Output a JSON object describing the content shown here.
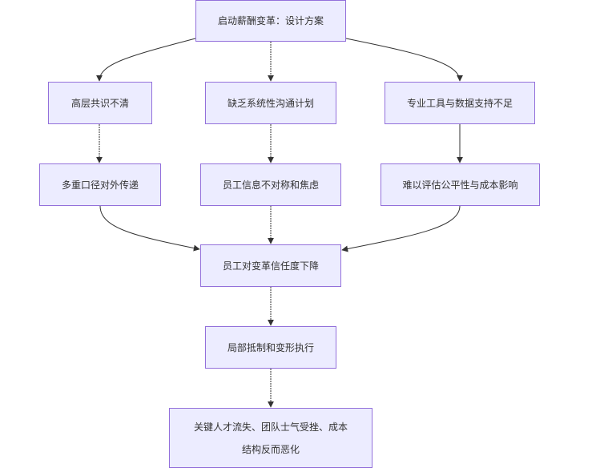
{
  "diagram": {
    "type": "flowchart",
    "direction": "top-down",
    "colors": {
      "node_fill": "#ececff",
      "node_border": "#9370db",
      "edge": "#333333",
      "text": "#333333"
    },
    "nodes": [
      {
        "id": "A",
        "label": "启动薪酬变革：设计方案"
      },
      {
        "id": "B",
        "label": "高层共识不清"
      },
      {
        "id": "C",
        "label": "缺乏系统性沟通计划"
      },
      {
        "id": "D",
        "label": "专业工具与数据支持不足"
      },
      {
        "id": "E",
        "label": "多重口径对外传递"
      },
      {
        "id": "F",
        "label": "员工信息不对称和焦虑"
      },
      {
        "id": "G",
        "label": "难以评估公平性与成本影响"
      },
      {
        "id": "H",
        "label": "员工对变革信任度下降"
      },
      {
        "id": "I",
        "label": "局部抵制和变形执行"
      },
      {
        "id": "J",
        "label": "关键人才流失、团队士气受挫、成本结构反而恶化",
        "lines": [
          "关键人才流失、团队士气受挫、成本",
          "结构反而恶化"
        ]
      }
    ],
    "edges": [
      {
        "from": "A",
        "to": "B"
      },
      {
        "from": "A",
        "to": "C"
      },
      {
        "from": "A",
        "to": "D"
      },
      {
        "from": "B",
        "to": "E"
      },
      {
        "from": "C",
        "to": "F"
      },
      {
        "from": "D",
        "to": "G"
      },
      {
        "from": "E",
        "to": "H"
      },
      {
        "from": "F",
        "to": "H"
      },
      {
        "from": "G",
        "to": "H"
      },
      {
        "from": "H",
        "to": "I"
      },
      {
        "from": "I",
        "to": "J"
      }
    ]
  }
}
